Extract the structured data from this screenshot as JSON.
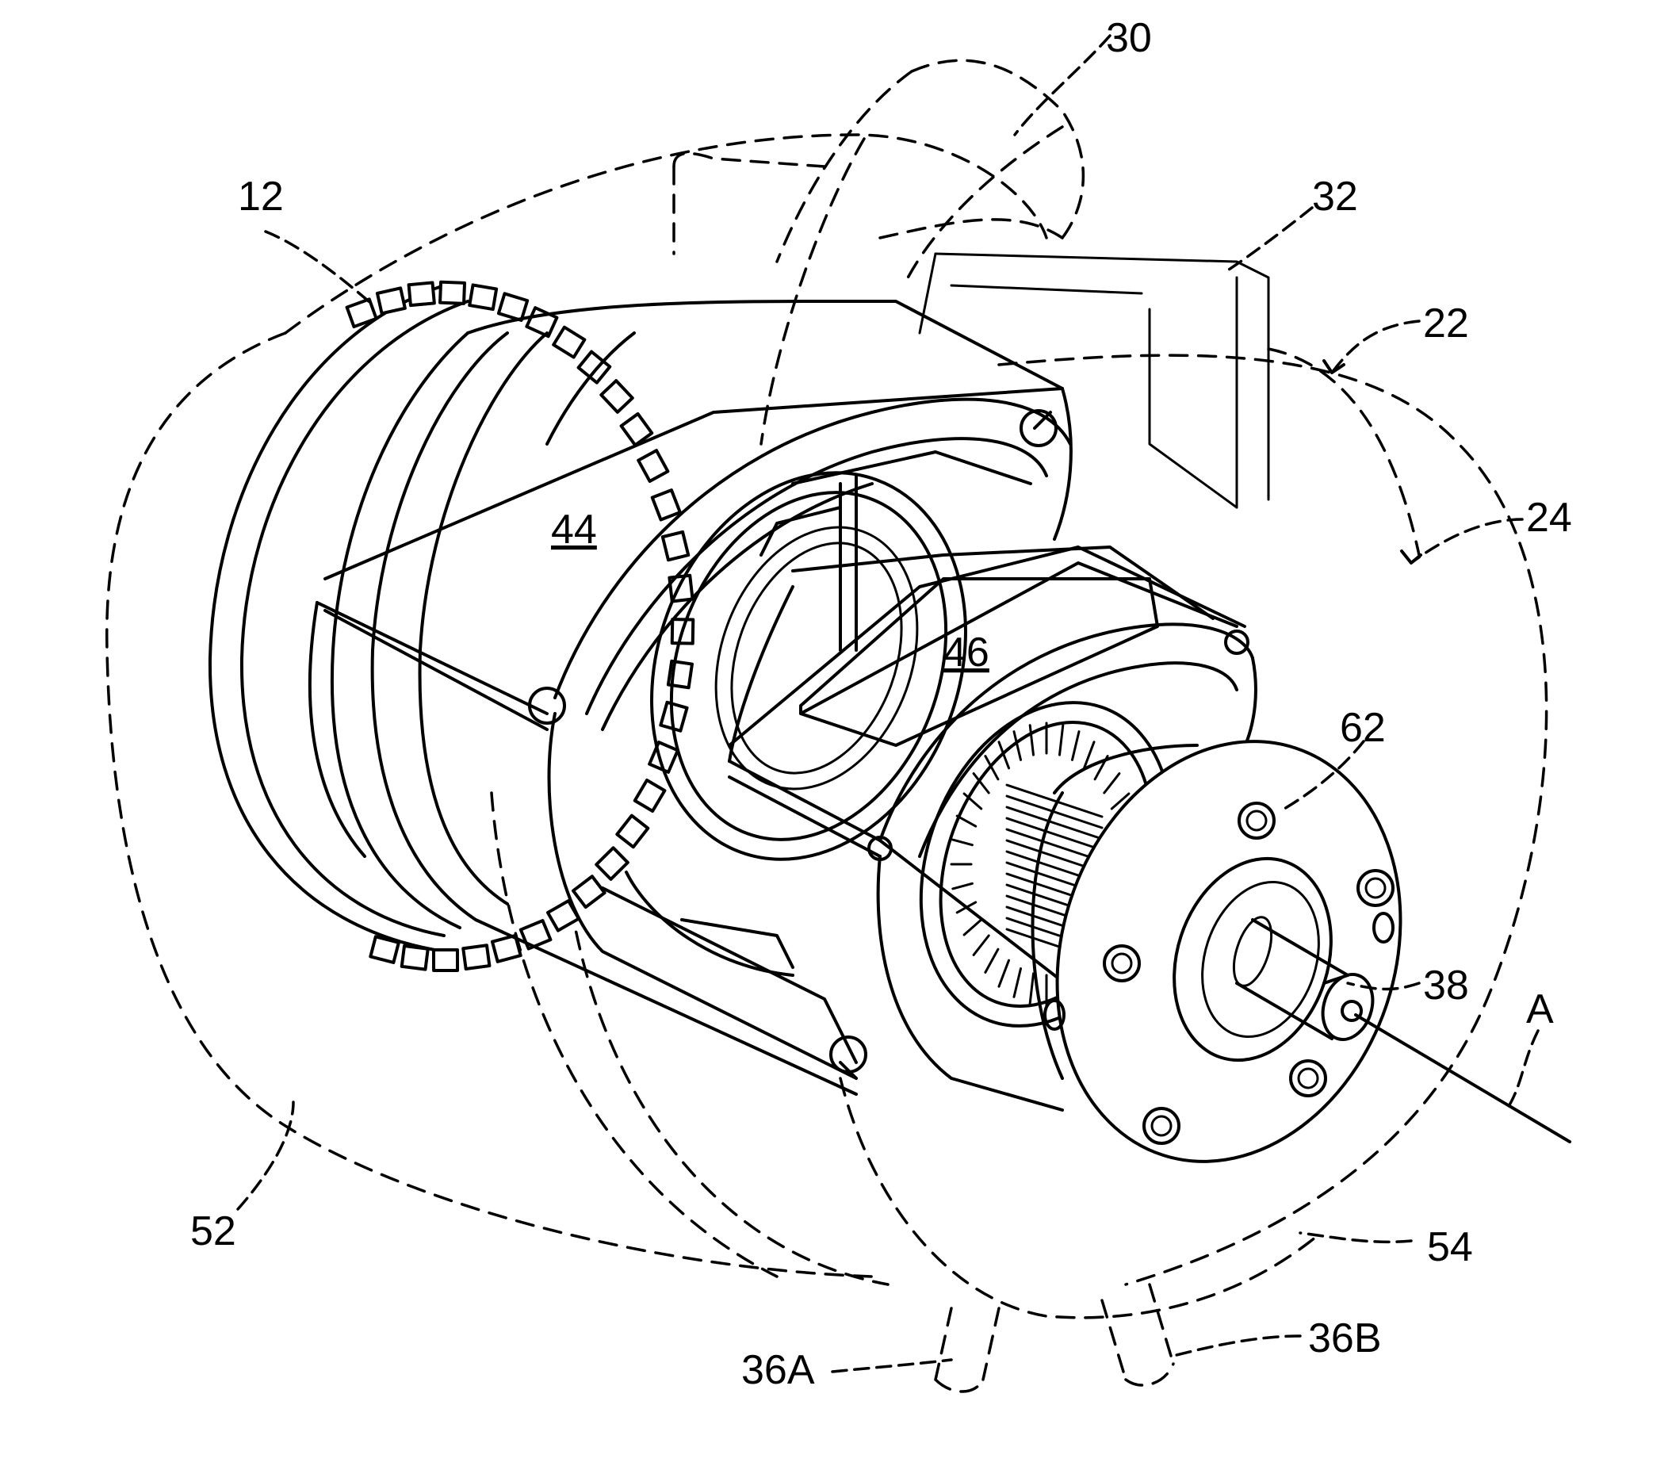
{
  "figure": {
    "labels": {
      "l12": "12",
      "l22": "22",
      "l24": "24",
      "l30": "30",
      "l32": "32",
      "l36a": "36A",
      "l36b": "36B",
      "l38": "38",
      "l44": "44",
      "l46": "46",
      "l52": "52",
      "l54": "54",
      "l62": "62",
      "axis": "A"
    }
  }
}
